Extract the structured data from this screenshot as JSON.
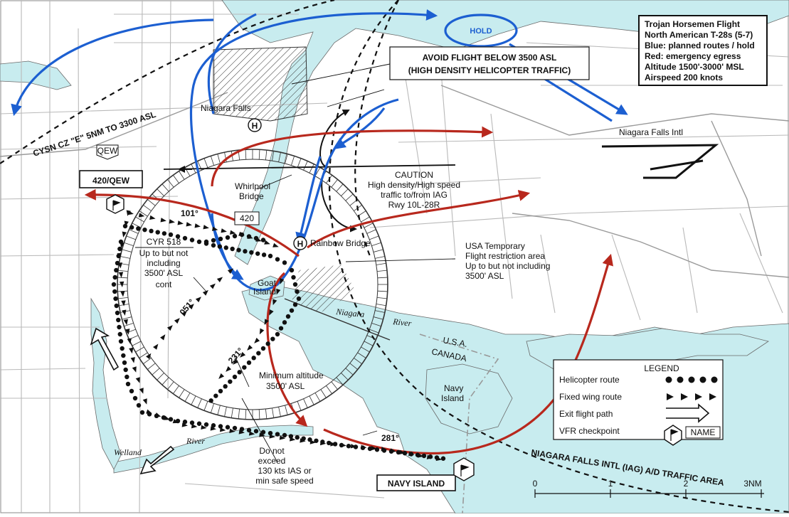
{
  "info_box": {
    "lines": [
      "Trojan Horsemen Flight",
      "North American T-28s (5-7)",
      "Blue:  planned routes / hold",
      "Red:  emergency egress",
      "Altitude 1500'-3000' MSL",
      "Airspeed 200 knots"
    ]
  },
  "hold_label": "HOLD",
  "avoid_box": {
    "line1": "AVOID FLIGHT BELOW 3500 ASL",
    "line2": "(HIGH DENSITY HELICOPTER TRAFFIC)"
  },
  "airspace_label": "CYSN CZ \"E\" 5NM TO 3300 ASL",
  "traffic_area_label": "NIAGARA FALLS INTL (IAG) A/D TRAFFIC AREA",
  "airport_label": "Niagara Falls Intl",
  "caution": {
    "line1": "CAUTION",
    "line2": "High density/High speed",
    "line3": "traffic to/from IAG",
    "line4": "Rwy 10L-28R"
  },
  "usa_restriction": {
    "line1": "USA Temporary",
    "line2": "Flight restriction area",
    "line3": "Up to but not including",
    "line4": "3500' ASL"
  },
  "cyr": {
    "line1": "CYR 518",
    "line2": "Up to but not",
    "line3": "including",
    "line4": "3500' ASL",
    "line5": "cont"
  },
  "min_alt": {
    "line1": "Minimum altitude",
    "line2": "3500' ASL"
  },
  "speed_note": {
    "line1": "Do not",
    "line2": "exceed",
    "line3": "130 kts IAS or",
    "line4": "min safe speed"
  },
  "places": {
    "niagara_falls": "Niagara Falls",
    "whirlpool": "Whirlpool",
    "bridge": "Bridge",
    "rainbow_bridge": "Rainbow Bridge",
    "goat": "Goat",
    "island": "Island",
    "niagara": "Niagara",
    "river": "River",
    "usa": "U.S.A.",
    "canada": "CANADA",
    "navy": "Navy",
    "navy_island_small": "Island",
    "welland": "Welland",
    "welland_river": "River"
  },
  "shields": {
    "qew": "QEW",
    "r420": "420"
  },
  "checkpoints": {
    "qew": "420/QEW",
    "navy": "NAVY ISLAND"
  },
  "headings": {
    "h101": "101°",
    "h051": "051°",
    "h231": "231°",
    "h281": "281°"
  },
  "heliport": "H",
  "legend": {
    "title": "LEGEND",
    "items": [
      "Helicopter route",
      "Fixed wing route",
      "Exit flight path",
      "VFR checkpoint"
    ],
    "name_box": "NAME"
  },
  "scale": {
    "ticks": [
      "0",
      "1",
      "2",
      "3NM"
    ]
  },
  "colors": {
    "water": "#c8ecef",
    "planned_route": "#1c5fd1",
    "egress_route": "#b8281d"
  }
}
